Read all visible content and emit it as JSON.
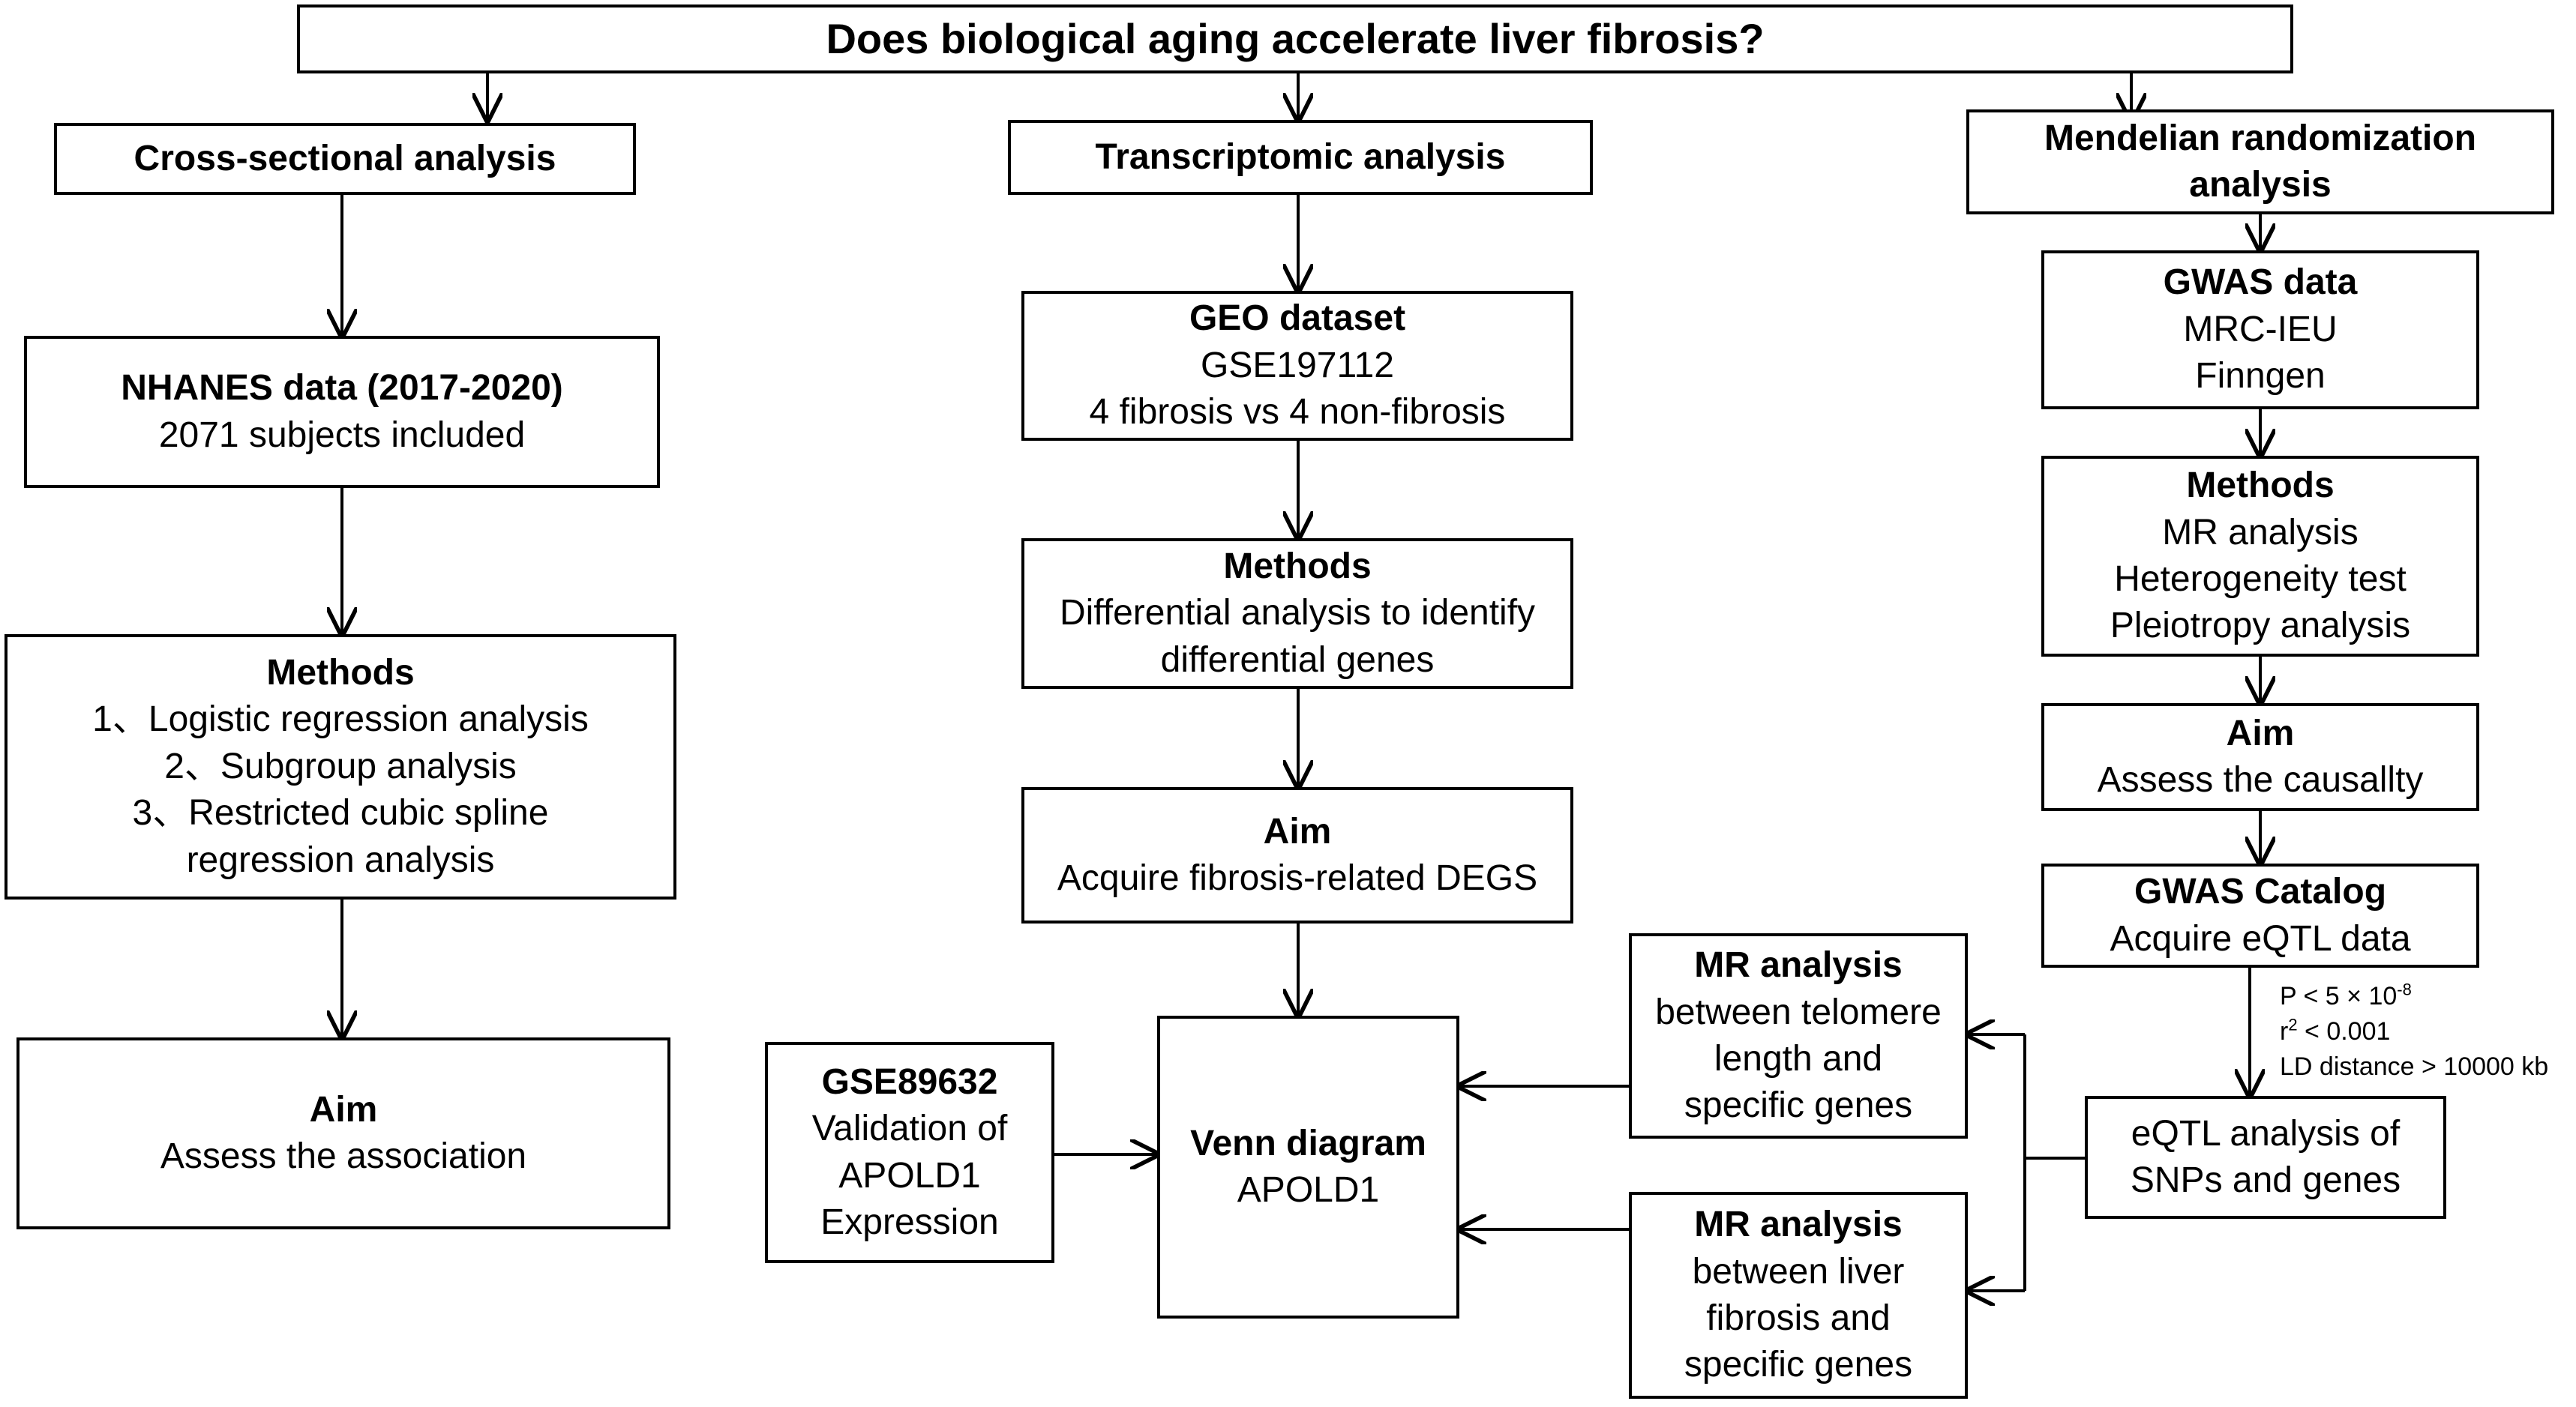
{
  "question": "Does biological aging accelerate liver fibrosis?",
  "cross_sectional": {
    "title": "Cross-sectional analysis",
    "data_title": "NHANES data (2017-2020)",
    "data_desc": "2071 subjects included",
    "methods_title": "Methods",
    "methods": [
      "1、Logistic regression analysis",
      "2、Subgroup analysis",
      "3、Restricted cubic spline",
      "regression analysis"
    ],
    "aim_title": "Aim",
    "aim_desc": "Assess the association"
  },
  "transcriptomic": {
    "title": "Transcriptomic analysis",
    "geo_title": "GEO dataset",
    "geo_lines": [
      "GSE197112",
      "4 fibrosis vs 4 non-fibrosis"
    ],
    "methods_title": "Methods",
    "methods_lines": [
      "Differential analysis to identify",
      "differential genes"
    ],
    "aim_title": "Aim",
    "aim_desc": "Acquire fibrosis-related DEGS",
    "venn_title": "Venn diagram",
    "venn_desc": "APOLD1",
    "validation_title": "GSE89632",
    "validation_lines": [
      "Validation of",
      "APOLD1",
      "Expression"
    ]
  },
  "mendelian": {
    "title_lines": [
      "Mendelian randomization",
      "analysis"
    ],
    "gwas_title": "GWAS data",
    "gwas_lines": [
      "MRC-IEU",
      "Finngen"
    ],
    "methods_title": "Methods",
    "methods_lines": [
      "MR analysis",
      "Heterogeneity test",
      "Pleiotropy analysis"
    ],
    "aim_title": "Aim",
    "aim_desc": "Assess the causallty",
    "catalog_title": "GWAS Catalog",
    "catalog_desc": "Acquire eQTL data",
    "criteria": {
      "p_prefix": "P < 5 × 10",
      "p_exp": "-8",
      "r_prefix": "r",
      "r_exp": "2",
      "r_suffix": " < 0.001",
      "ld": "LD distance > 10000 kb"
    },
    "eqtl_lines": [
      "eQTL analysis of",
      "SNPs and genes"
    ],
    "mr_telomere_title": "MR analysis",
    "mr_telomere_lines": [
      "between telomere",
      "length and",
      "specific genes"
    ],
    "mr_liver_title": "MR analysis",
    "mr_liver_lines": [
      "between liver",
      "fibrosis and",
      "specific genes"
    ]
  }
}
